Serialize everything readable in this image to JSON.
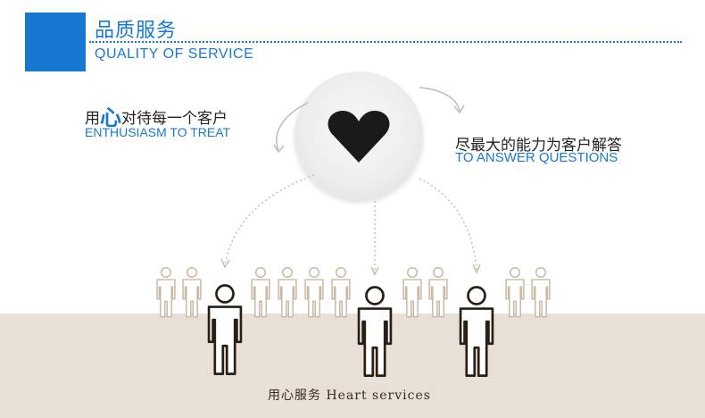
{
  "header": {
    "title_cn": "品质服务",
    "title_en": "QUALITY OF SERVICE",
    "accent_color": "#1778d2"
  },
  "left_slogan": {
    "cn_prefix": "用",
    "cn_highlight": "心",
    "cn_suffix": "对待每一个客户",
    "en": "ENTHUSIASM TO TREAT"
  },
  "right_slogan": {
    "cn": "尽最大的能力为客户解答",
    "en": "TO ANSWER QUESTIONS"
  },
  "center_icon": "heart-icon",
  "caption": "用心服务 Heart services",
  "colors": {
    "ground": "#e8e0d6",
    "person_small": "#c8b8a4",
    "person_large": "#2a1f17"
  }
}
